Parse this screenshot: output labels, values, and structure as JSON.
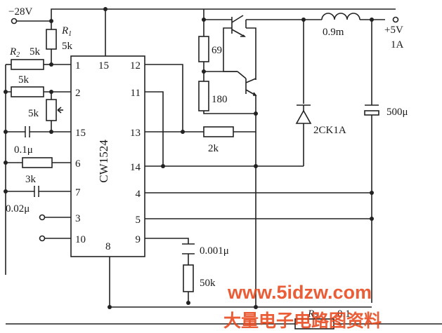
{
  "supply": {
    "input": "−28V",
    "output": "+5V",
    "current": "1A"
  },
  "chip": {
    "name": "CW1524"
  },
  "pins": {
    "p1": "1",
    "p2": "2",
    "p15l": "15",
    "p6": "6",
    "p7": "7",
    "p3": "3",
    "p10": "10",
    "p15t": "15",
    "p8": "8",
    "p12": "12",
    "p11": "11",
    "p13": "13",
    "p14": "14",
    "p4": "4",
    "p5": "5",
    "p9": "9"
  },
  "components": {
    "r1": "R",
    "r1_sub": "1",
    "r1_val": "5k",
    "r2": "R",
    "r2_sub": "2",
    "r2_val": "5k",
    "r_2": "5k",
    "r_pot": "5k",
    "c_01": "0.1μ",
    "r_3k": "3k",
    "c_002": "0.02μ",
    "r_69": "69",
    "r_180": "180",
    "r_2k": "2k",
    "inductor": "0.9m",
    "cap_out": "500μ",
    "diode": "2CK1A",
    "c_0001": "0.001μ",
    "r_50k": "50k",
    "r3": "R",
    "r3_sub": "3",
    "r3_val": "0.1"
  },
  "watermark": {
    "url": "www.5idzw.com",
    "cn": "大量电子电路图资料"
  }
}
